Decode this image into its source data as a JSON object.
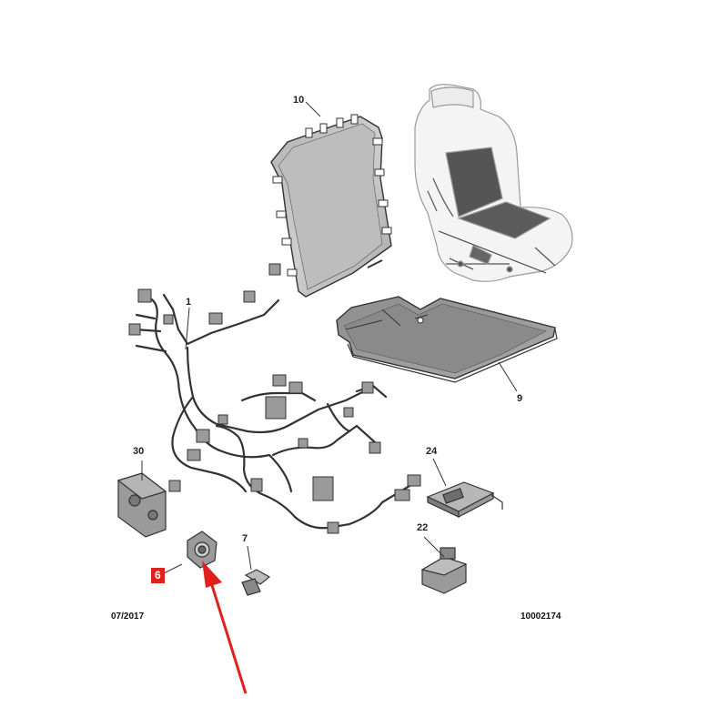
{
  "labels": {
    "part_10": "10",
    "part_1": "1",
    "part_9": "9",
    "part_30": "30",
    "part_24": "24",
    "part_7": "7",
    "part_22": "22",
    "part_6": "6"
  },
  "footer": {
    "date": "07/2017",
    "ref": "10002174"
  },
  "colors": {
    "highlight": "#e0201e",
    "arrow": "#e0201e",
    "line": "#333333",
    "part_fill": "#9a9a9a"
  }
}
